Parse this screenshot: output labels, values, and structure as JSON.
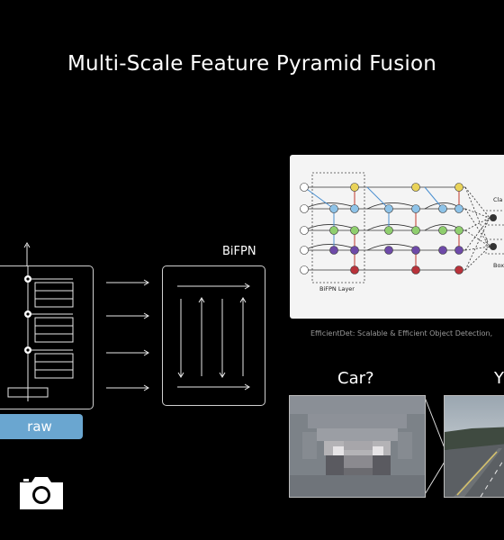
{
  "title": "Multi-Scale Feature Pyramid Fusion",
  "bifpn": {
    "label": "BiFPN"
  },
  "raw": {
    "label": "raw"
  },
  "camera": {
    "icon": "camera-icon"
  },
  "paper": {
    "layer_label": "BiFPN Layer",
    "class_label": "Cla",
    "box_label": "Box",
    "caption": "EfficientDet: Scalable & Efficient Object Detection,"
  },
  "car": {
    "question": "Car?",
    "answer": "Y"
  },
  "colors": {
    "background": "#000000",
    "raw_button": "#6aa6d0",
    "node_yellow": "#e9d35a",
    "node_blue": "#8ec3e8",
    "node_green": "#8fce6e",
    "node_purple": "#6e4aa8",
    "node_red": "#b8323a"
  }
}
